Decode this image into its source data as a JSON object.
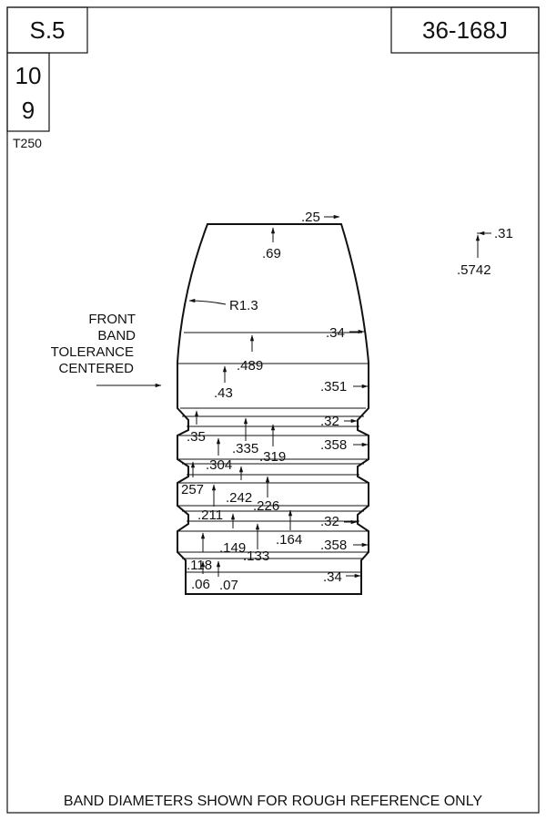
{
  "header": {
    "series": "S.5",
    "part_number": "36-168J",
    "cavities": "10",
    "count": "9",
    "tag": "T250"
  },
  "front_band_note": [
    "FRONT",
    "BAND",
    "TOLERANCE",
    "CENTERED"
  ],
  "dimensions": {
    "nose_diameter": ".25",
    "nose_length": ".69",
    "ogive_radius": "R1.3",
    "top_band_diameter": ".34",
    "top_length": ".489",
    "body_length": ".43",
    "front_band_diameter": ".351",
    "groove1_diameter": ".32",
    "groove1_length": ".35",
    "band2_pos1": ".335",
    "band2_pos2": ".319",
    "band2_diameter": ".358",
    "pos_304": ".304",
    "pos_257": "257",
    "pos_242": ".242",
    "pos_226": ".226",
    "pos_211": ".211",
    "groove2_diameter": ".32",
    "pos_164": ".164",
    "pos_149": ".149",
    "pos_133": ".133",
    "band3_diameter": ".358",
    "pos_118": ".118",
    "pos_06": ".06",
    "pos_07": ".07",
    "base_diameter": ".34",
    "meplat_diameter": ".31",
    "ogive_offset": ".5742"
  },
  "footer_note": "BAND DIAMETERS SHOWN FOR ROUGH REFERENCE ONLY"
}
